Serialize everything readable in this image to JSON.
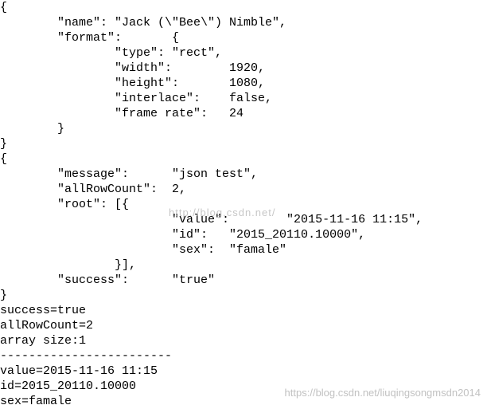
{
  "console": {
    "lines": [
      "{",
      "        \"name\": \"Jack (\\\"Bee\\\") Nimble\",",
      "        \"format\":       {",
      "                \"type\": \"rect\",",
      "                \"width\":        1920,",
      "                \"height\":       1080,",
      "                \"interlace\":    false,",
      "                \"frame rate\":   24",
      "        }",
      "}",
      "{",
      "        \"message\":      \"json test\",",
      "        \"allRowCount\":  2,",
      "        \"root\": [{",
      "                        \"value\":        \"2015-11-16 11:15\",",
      "                        \"id\":   \"2015_20110.10000\",",
      "                        \"sex\":  \"famale\"",
      "                }],",
      "        \"success\":      \"true\"",
      "}",
      "success=true",
      "allRowCount=2",
      "array size:1",
      "------------------------",
      "value=2015-11-16 11:15",
      "id=2015_20110.10000",
      "sex=famale"
    ]
  },
  "watermarks": {
    "center": "http://blog.csdn.net/",
    "bottom": "https://blog.csdn.net/liuqingsongmsdn2014"
  }
}
